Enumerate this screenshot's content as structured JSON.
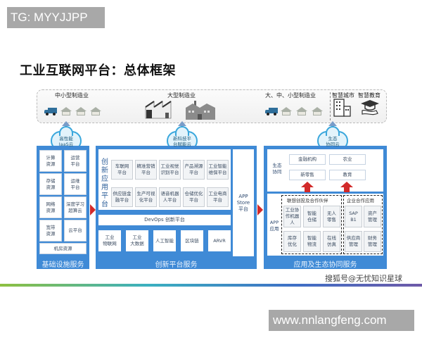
{
  "watermark_top": "TG: MYYJJPP",
  "title": "工业互联网平台：总体框架",
  "top_band": {
    "segments": [
      {
        "label": "中小型制造业"
      },
      {
        "label": "大型制造业"
      },
      {
        "label": "大、中、小型制造业"
      },
      {
        "label": "智慧城市"
      },
      {
        "label": "智慧教育"
      }
    ]
  },
  "clouds": [
    {
      "line1": "高性能",
      "line2": "IaaS云"
    },
    {
      "line1": "新科技平",
      "line2": "台赋能云"
    },
    {
      "line1": "生态",
      "line2": "协同云"
    }
  ],
  "infra": {
    "footer": "基础设施服务",
    "cells": [
      "计算\n资源",
      "运营\n平台",
      "存储\n资源",
      "运维\n平台",
      "网络\n资源",
      "深度学习\n超算云",
      "宽带\n资源",
      "云平台"
    ],
    "wide_cell": "机房资源"
  },
  "innovation": {
    "footer": "创新平台服务",
    "side_label": [
      "创",
      "新",
      "应",
      "用",
      "平",
      "台"
    ],
    "row1": [
      "车联网\n平台",
      "精准营销\n平台",
      "工业视觉\n识别平台",
      "产品溯源\n平台",
      "工业智能\n维保平台"
    ],
    "row2": [
      "供应链金\n融平台",
      "生产可视\n化平台",
      "语音机器\n人平台",
      "仓储优化\n平台",
      "工业电商\n平台"
    ],
    "app_store": "APP\nStore\n平台",
    "devops": "DevOps 创新平台",
    "tech": [
      "工业\n物联网",
      "工业\n大数据",
      "人工智能",
      "区块链",
      "ARVR"
    ]
  },
  "ecosystem": {
    "footer": "应用及生态协同服务",
    "eco_label": "生态\n协同",
    "eco_items": [
      "金融机构",
      "农业",
      "新零售",
      "教育"
    ],
    "app_label": "APP\n应用",
    "partner_title": "联想创投及合作伙伴",
    "partner_items": [
      "工业协\n作机器\n人",
      "智能\n仓储",
      "无人\n零售",
      "库存\n优化",
      "智能\n物流",
      "在线\n仿真"
    ],
    "enterprise_title": "企业合作应用",
    "enterprise_items": [
      "SAP\nB1",
      "资产\n管理",
      "供应商\n管理",
      "财务\n管理"
    ]
  },
  "source_watermark": "搜狐号@无忧知识星球",
  "url_watermark": "www.nnlangfeng.com",
  "colors": {
    "panel_blue": "#3f8ad6",
    "cloud_border": "#3aa7dc",
    "arrow_red": "#d22a2a",
    "title_text": "#111111"
  }
}
